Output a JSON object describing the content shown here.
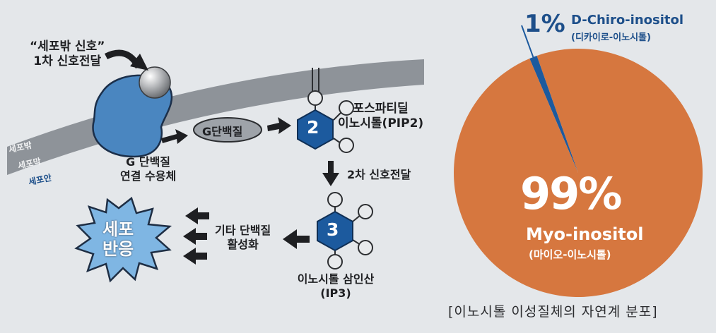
{
  "signal": {
    "line1": "“세포밖 신호”",
    "line2": "1차 신호전달"
  },
  "membrane": {
    "outside": "세포밖",
    "membrane": "세포막",
    "inside": "세포안"
  },
  "receptor": {
    "line1": "G 단백질",
    "line2": "연결 수용체"
  },
  "g_protein": "G단백질",
  "pip2": {
    "number": "2",
    "line1": "포스파티딜",
    "line2": "이노시톨(PIP2)"
  },
  "second_signal": "2차 신호전달",
  "ip3": {
    "number": "3",
    "line1": "이노시톨 삼인산",
    "line2": "(IP3)"
  },
  "other_protein": {
    "line1": "기타 단백질",
    "line2": "활성화"
  },
  "cell_response": {
    "line1": "세포",
    "line2": "반응"
  },
  "caption": "[이노시톨 이성질체의 자연계 분포]",
  "colors": {
    "receptor": "#4a86c0",
    "hexagon": "#1c5a9e",
    "pie_major": "#d6773f",
    "pie_minor": "#1c5a9e",
    "label_blue": "#1d4f8a",
    "burst": "#7fb6e3"
  },
  "chart_data": {
    "type": "pie",
    "title": "",
    "series": [
      {
        "label": "Myo-inositol",
        "sublabel": "(마이오-이노시톨)",
        "value": 99,
        "value_label": "99%",
        "color": "#d6773f"
      },
      {
        "label": "D-Chiro-inositol",
        "sublabel": "(디카이로-이노시톨)",
        "value": 1,
        "value_label": "1%",
        "color": "#1c5a9e"
      }
    ]
  }
}
